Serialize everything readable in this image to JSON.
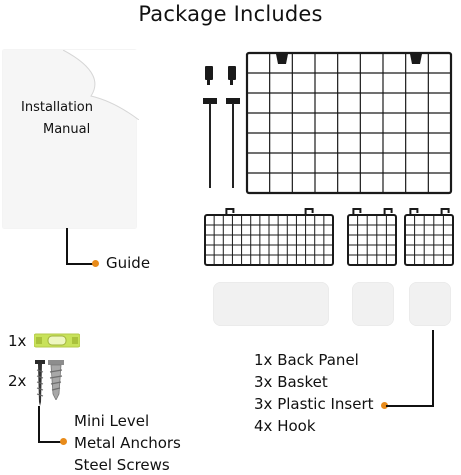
{
  "title": "Package Includes",
  "manual": {
    "line1": "Installation",
    "line2": "Manual",
    "guide_label": "Guide"
  },
  "hardware": {
    "level_qty": "1x",
    "anchor_qty": "2x",
    "labels": [
      "Mini Level",
      "Metal Anchors",
      "Steel Screws"
    ]
  },
  "contents": {
    "labels": [
      "1x Back Panel",
      "3x Basket",
      "3x Plastic Insert",
      "4x Hook"
    ]
  },
  "colors": {
    "accent_dot": "#e88b1a",
    "wire": "#1a1a1a",
    "level_green": "#c8e25a"
  }
}
